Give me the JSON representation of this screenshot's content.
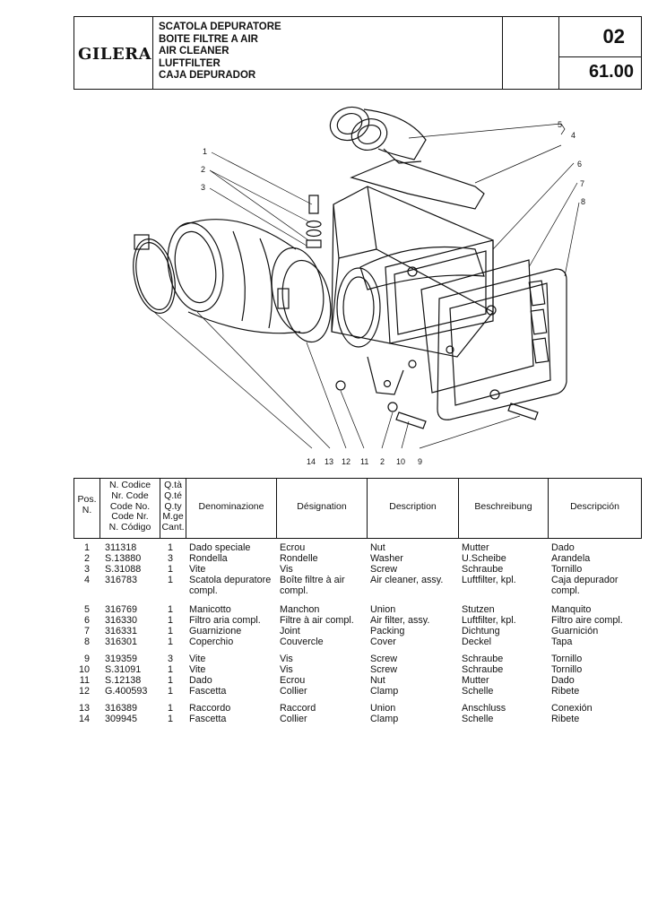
{
  "header": {
    "brand": "GILERA",
    "titles": [
      "SCATOLA DEPURATORE",
      "BOITE FILTRE A AIR",
      "AIR CLEANER",
      "LUFTFILTER",
      "CAJA DEPURADOR"
    ],
    "section_number": "02",
    "page_number": "61.00"
  },
  "drawing": {
    "callouts": [
      "1",
      "2",
      "3",
      "5",
      "4",
      "6",
      "7",
      "8"
    ],
    "bottom_callouts": [
      "14",
      "13",
      "12",
      "11",
      "2",
      "10",
      "9"
    ]
  },
  "table": {
    "headers": {
      "pos": [
        "Pos.",
        "N."
      ],
      "code": [
        "N. Codice",
        "Nr. Code",
        "Code No.",
        "Code Nr.",
        "N. Código"
      ],
      "qty": [
        "Q.tà",
        "Q.té",
        "Q.ty",
        "M.ge",
        "Cant."
      ],
      "it": "Denominazione",
      "fr": "Désignation",
      "en": "Description",
      "de": "Beschreibung",
      "es": "Descripción"
    },
    "rows": [
      {
        "pos": "1",
        "code": "311318",
        "qty": "1",
        "it": "Dado speciale",
        "fr": "Ecrou",
        "en": "Nut",
        "de": "Mutter",
        "es": "Dado"
      },
      {
        "pos": "2",
        "code": "S.13880",
        "qty": "3",
        "it": "Rondella",
        "fr": "Rondelle",
        "en": "Washer",
        "de": "U.Scheibe",
        "es": "Arandela"
      },
      {
        "pos": "3",
        "code": "S.31088",
        "qty": "1",
        "it": "Vite",
        "fr": "Vis",
        "en": "Screw",
        "de": "Schraube",
        "es": "Tornillo"
      },
      {
        "pos": "4",
        "code": "316783",
        "qty": "1",
        "it": "Scatola depuratore compl.",
        "fr": "Boîte filtre à air compl.",
        "en": "Air cleaner, assy.",
        "de": "Luftfilter, kpl.",
        "es": "Caja depurador compl."
      },
      {
        "pos": "5",
        "code": "316769",
        "qty": "1",
        "it": "Manicotto",
        "fr": "Manchon",
        "en": "Union",
        "de": "Stutzen",
        "es": "Manquito"
      },
      {
        "pos": "6",
        "code": "316330",
        "qty": "1",
        "it": "Filtro aria compl.",
        "fr": "Filtre à air compl.",
        "en": "Air filter, assy.",
        "de": "Luftfilter, kpl.",
        "es": "Filtro aire compl."
      },
      {
        "pos": "7",
        "code": "316331",
        "qty": "1",
        "it": "Guarnizione",
        "fr": "Joint",
        "en": "Packing",
        "de": "Dichtung",
        "es": "Guarnición"
      },
      {
        "pos": "8",
        "code": "316301",
        "qty": "1",
        "it": "Coperchio",
        "fr": "Couvercle",
        "en": "Cover",
        "de": "Deckel",
        "es": "Tapa"
      },
      {
        "pos": "9",
        "code": "319359",
        "qty": "3",
        "it": "Vite",
        "fr": "Vis",
        "en": "Screw",
        "de": "Schraube",
        "es": "Tornillo"
      },
      {
        "pos": "10",
        "code": "S.31091",
        "qty": "1",
        "it": "Vite",
        "fr": "Vis",
        "en": "Screw",
        "de": "Schraube",
        "es": "Tornillo"
      },
      {
        "pos": "11",
        "code": "S.12138",
        "qty": "1",
        "it": "Dado",
        "fr": "Ecrou",
        "en": "Nut",
        "de": "Mutter",
        "es": "Dado"
      },
      {
        "pos": "12",
        "code": "G.400593",
        "qty": "1",
        "it": "Fascetta",
        "fr": "Collier",
        "en": "Clamp",
        "de": "Schelle",
        "es": "Ribete"
      },
      {
        "pos": "13",
        "code": "316389",
        "qty": "1",
        "it": "Raccordo",
        "fr": "Raccord",
        "en": "Union",
        "de": "Anschluss",
        "es": "Conexión"
      },
      {
        "pos": "14",
        "code": "309945",
        "qty": "1",
        "it": "Fascetta",
        "fr": "Collier",
        "en": "Clamp",
        "de": "Schelle",
        "es": "Ribete"
      }
    ]
  }
}
